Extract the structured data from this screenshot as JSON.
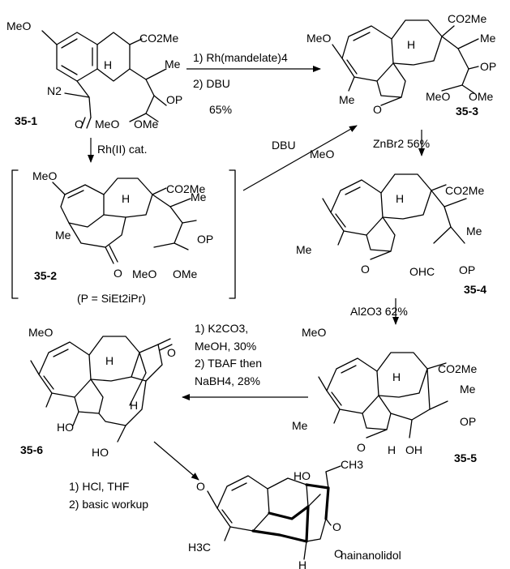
{
  "compounds": {
    "c35_1": {
      "id": "35-1",
      "labels": {
        "meo": "MeO",
        "co2me": "CO2Me",
        "me": "Me",
        "n2": "N2",
        "op": "OP",
        "o": "O",
        "meo2": "MeO",
        "ome": "OMe",
        "h": "H"
      }
    },
    "c35_2": {
      "id": "35-2",
      "labels": {
        "meo": "MeO",
        "co2me": "CO2Me",
        "me": "Me",
        "me2": "Me",
        "op": "OP",
        "o": "O",
        "meo2": "MeO",
        "ome": "OMe",
        "h": "H"
      },
      "note": "(P = SiEt2iPr)"
    },
    "c35_3": {
      "id": "35-3",
      "labels": {
        "meo": "MeO",
        "co2me": "CO2Me",
        "me": "Me",
        "me2": "Me",
        "op": "OP",
        "o": "O",
        "meo2": "MeO",
        "ome": "OMe",
        "h": "H"
      }
    },
    "c35_4": {
      "id": "35-4",
      "labels": {
        "meo": "MeO",
        "co2me": "CO2Me",
        "me": "Me",
        "me2": "Me",
        "op": "OP",
        "o": "O",
        "ohc": "OHC",
        "h": "H"
      }
    },
    "c35_5": {
      "id": "35-5",
      "labels": {
        "meo": "MeO",
        "co2me": "CO2Me",
        "me": "Me",
        "me2": "Me",
        "op": "OP",
        "o": "O",
        "oh": "OH",
        "h": "H",
        "h2": "H"
      }
    },
    "c35_6": {
      "id": "35-6",
      "labels": {
        "meo": "MeO",
        "ho": "HO",
        "ho2": "HO",
        "o": "O",
        "h": "H",
        "h2": "H"
      }
    },
    "hainanolidol": {
      "name": "hainanolidol",
      "labels": {
        "o": "O",
        "ho": "HO",
        "ch3": "CH3",
        "h3c": "H3C",
        "o2": "O",
        "o3": "O",
        "h": "H"
      }
    }
  },
  "steps": {
    "s1": {
      "line1": "1) Rh(mandelate)4",
      "line2": "2) DBU",
      "line3": "65%"
    },
    "s2": {
      "line1": "Rh(II) cat."
    },
    "s3": {
      "line1": "DBU"
    },
    "s4": {
      "line1": "ZnBr2 56%"
    },
    "s5": {
      "line1": "Al2O3 62%"
    },
    "s6": {
      "line1": "1) K2CO3,",
      "line2": "MeOH, 30%",
      "line3": "2) TBAF then",
      "line4": "NaBH4, 28%"
    },
    "s7": {
      "line1": "1) HCl, THF",
      "line2": "2) basic workup"
    }
  }
}
